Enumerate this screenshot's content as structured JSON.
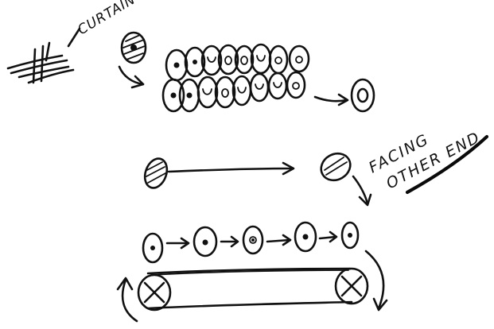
{
  "annotations": {
    "curtain_label": "CURTAIN",
    "facing_line1": "FACING",
    "facing_line2": "OTHER END"
  },
  "colors": {
    "ink": "#111111",
    "paper": "#ffffff"
  }
}
